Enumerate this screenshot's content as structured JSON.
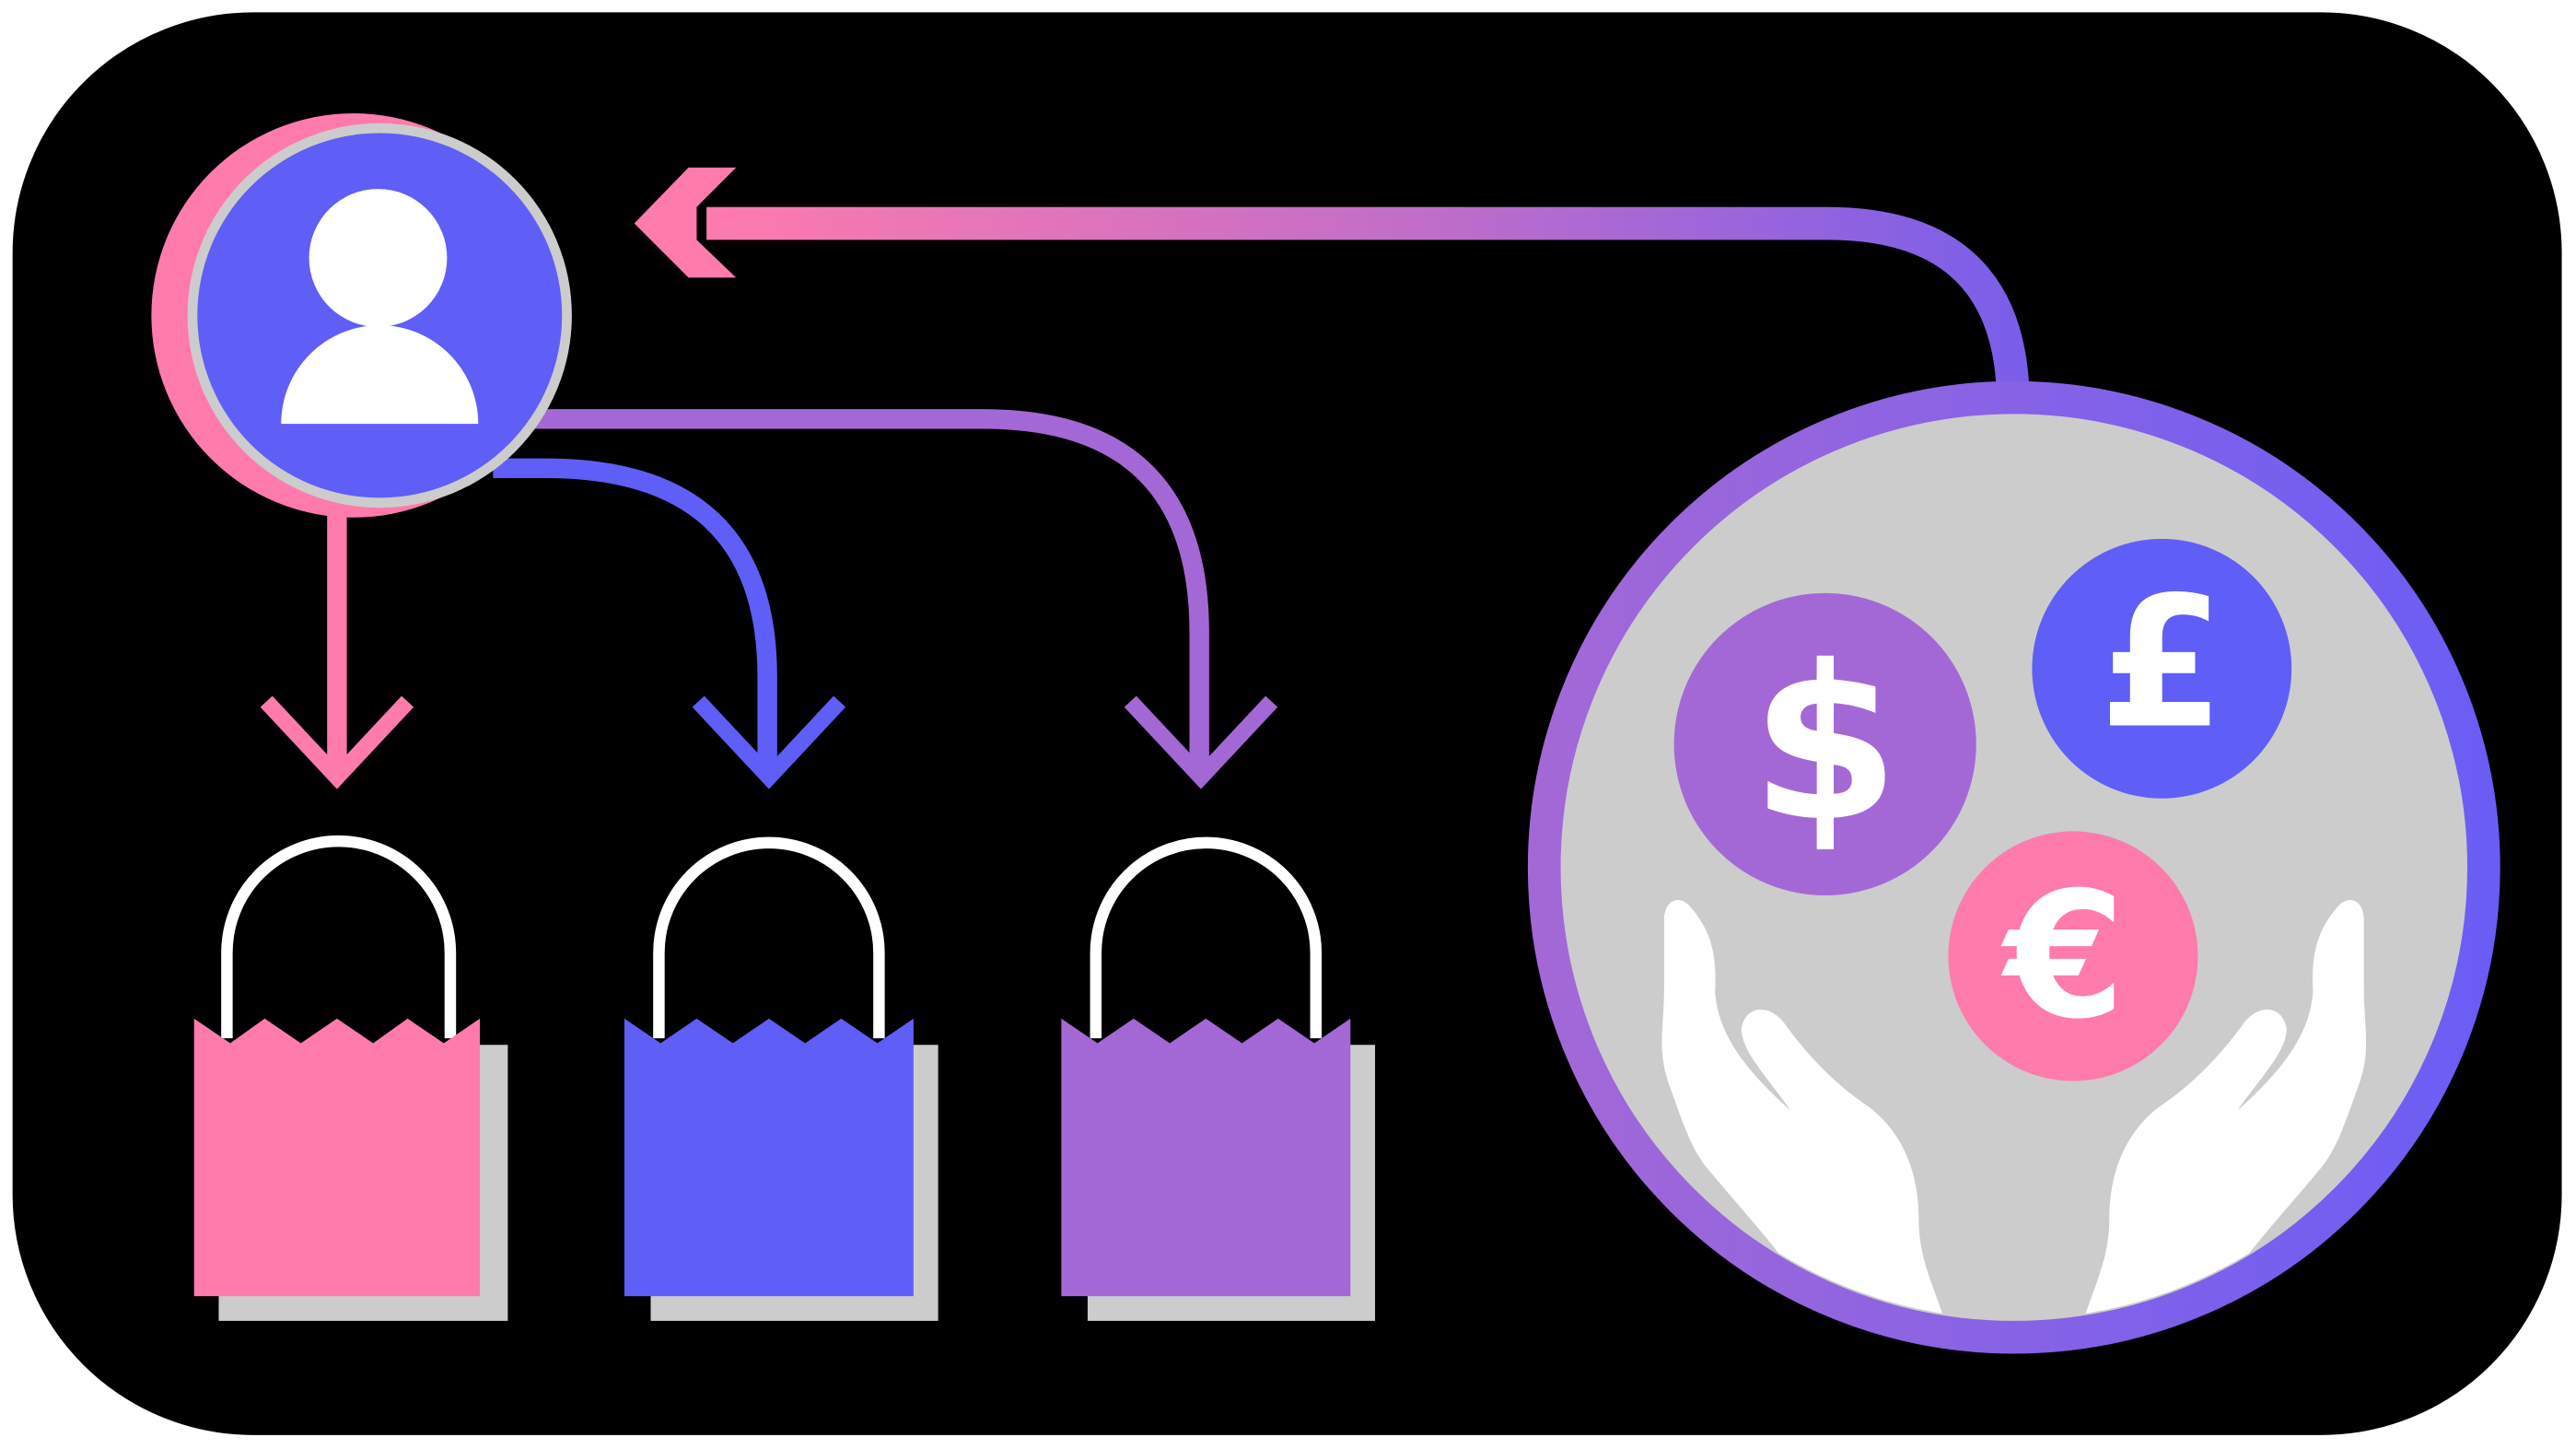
{
  "diagram": {
    "currencies": [
      {
        "name": "dollar",
        "symbol": "$",
        "icon": "dollar-sign-icon"
      },
      {
        "name": "pound",
        "symbol": "£",
        "icon": "pound-sign-icon"
      },
      {
        "name": "euro",
        "symbol": "€",
        "icon": "euro-sign-icon"
      }
    ],
    "locks": [
      {
        "name": "lock-pink",
        "icon": "padlock-icon"
      },
      {
        "name": "lock-blue",
        "icon": "padlock-icon"
      },
      {
        "name": "lock-purple",
        "icon": "padlock-icon"
      }
    ],
    "user_icon": "user-icon",
    "hands_icon": "open-hands-icon",
    "colors": {
      "background": "#000000",
      "frame": "#ffffff",
      "pink": "#ff7bac",
      "blue": "#5f5ef7",
      "purple": "#a468d6",
      "gray": "#cccccc",
      "white": "#ffffff"
    }
  }
}
